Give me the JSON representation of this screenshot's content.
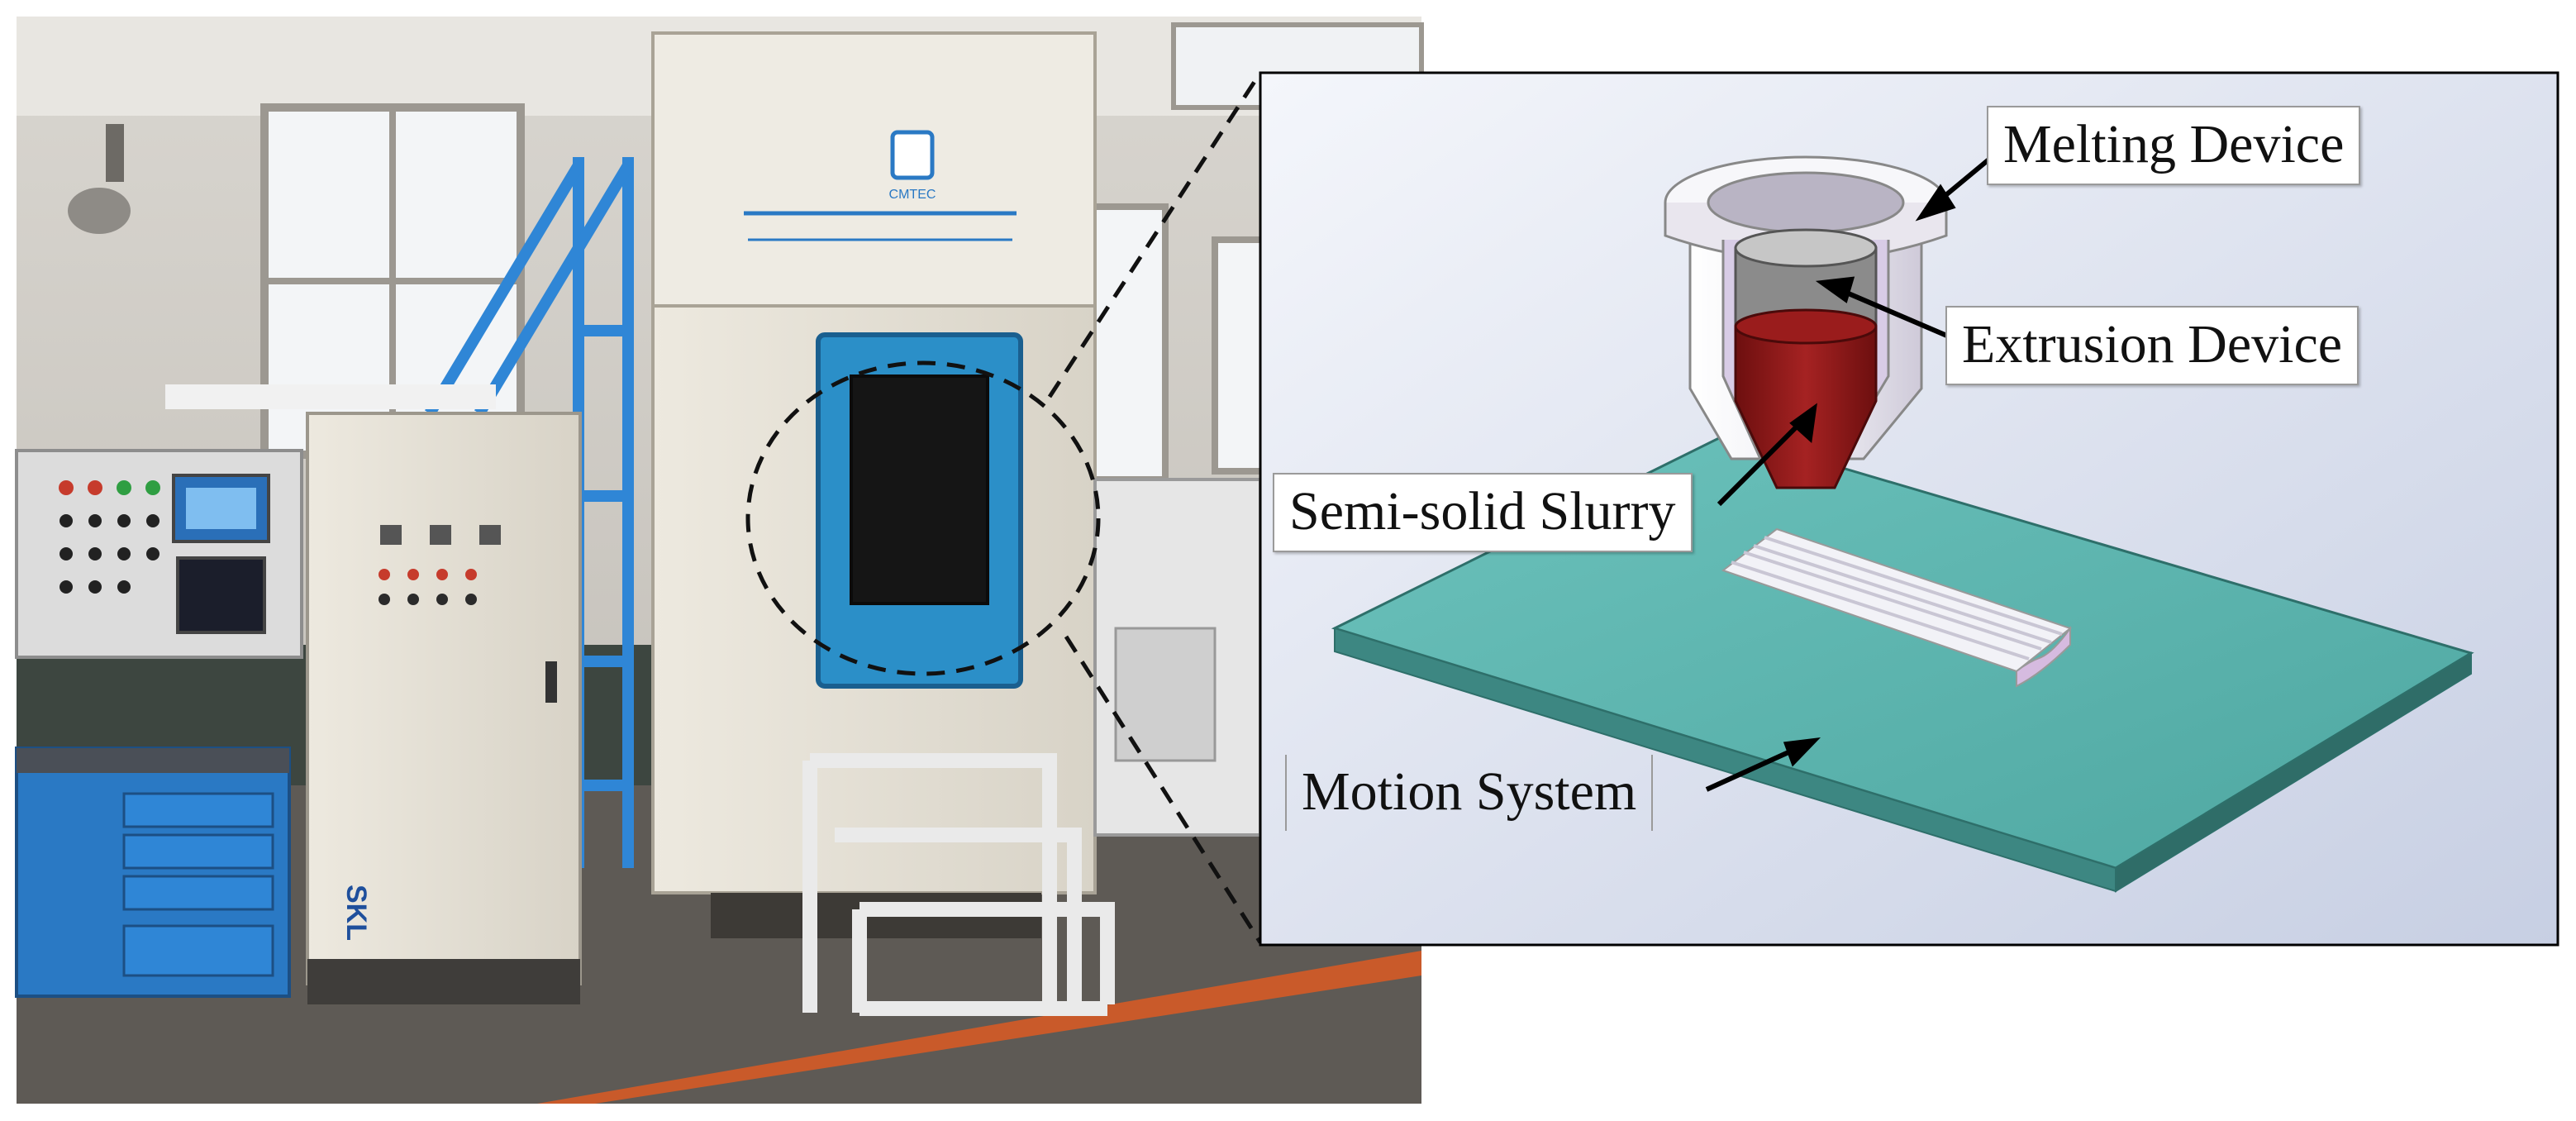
{
  "figure": {
    "photo": {
      "panel_texts": [
        "SKL"
      ],
      "machine_logo_text": "CMTEC"
    },
    "schematic": {
      "labels": {
        "melting_device": "Melting Device",
        "extrusion_device": "Extrusion Device",
        "semi_solid_slurry": "Semi-solid Slurry",
        "motion_system": "Motion System"
      }
    },
    "colors": {
      "slurry": "#8e1a1a",
      "platform": "#5fb6b0",
      "cabinet_blue": "#2a79c4",
      "door_frame": "#2b8fc8",
      "background_gradient": "#d2d8e8"
    }
  }
}
